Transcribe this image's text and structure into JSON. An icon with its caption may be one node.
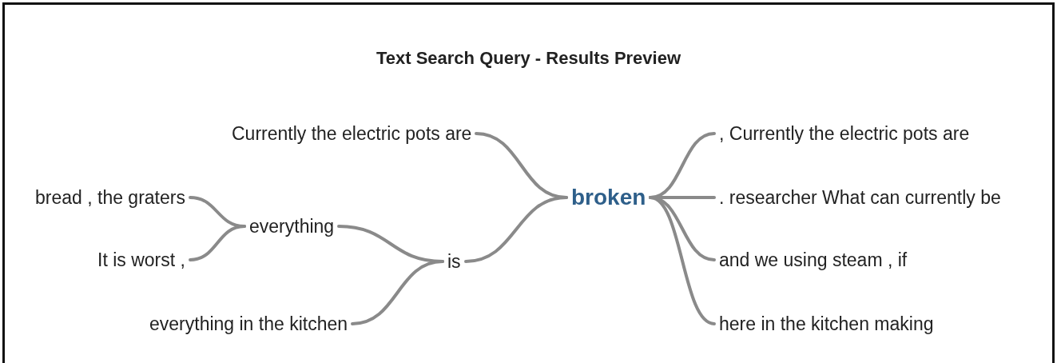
{
  "diagram": {
    "title": "Text Search Query - Results Preview",
    "nodes": [
      {
        "text": [
          "Currently the electric pots are"
        ]
      },
      {
        "text": [
          "bread , the graters"
        ]
      },
      {
        "text": [
          "It is worst ,"
        ]
      },
      {
        "text": [
          "everything"
        ]
      },
      {
        "text": [
          "is"
        ]
      },
      {
        "text": [
          "everything in the kitchen"
        ]
      },
      {
        "text": [
          "broken"
        ]
      },
      {
        "text": [
          ", Currently the electric pots are"
        ]
      },
      {
        "text": [
          ". researcher What can currently be"
        ]
      },
      {
        "text": [
          "and we using steam , if"
        ]
      },
      {
        "text": [
          "here in the kitchen making"
        ]
      }
    ],
    "edges": [
      {
        "from": 1,
        "to": 3,
        "arrow": "none"
      },
      {
        "from": 2,
        "to": 3,
        "arrow": "none"
      },
      {
        "from": 3,
        "to": 4,
        "arrow": "none"
      },
      {
        "from": 5,
        "to": 4,
        "arrow": "none"
      },
      {
        "from": 0,
        "to": 6,
        "arrow": "none"
      },
      {
        "from": 4,
        "to": 6,
        "arrow": "none"
      },
      {
        "from": 6,
        "to": 7,
        "arrow": "none"
      },
      {
        "from": 6,
        "to": 8,
        "arrow": "none"
      },
      {
        "from": 6,
        "to": 9,
        "arrow": "none"
      },
      {
        "from": 6,
        "to": 10,
        "arrow": "none"
      }
    ]
  }
}
